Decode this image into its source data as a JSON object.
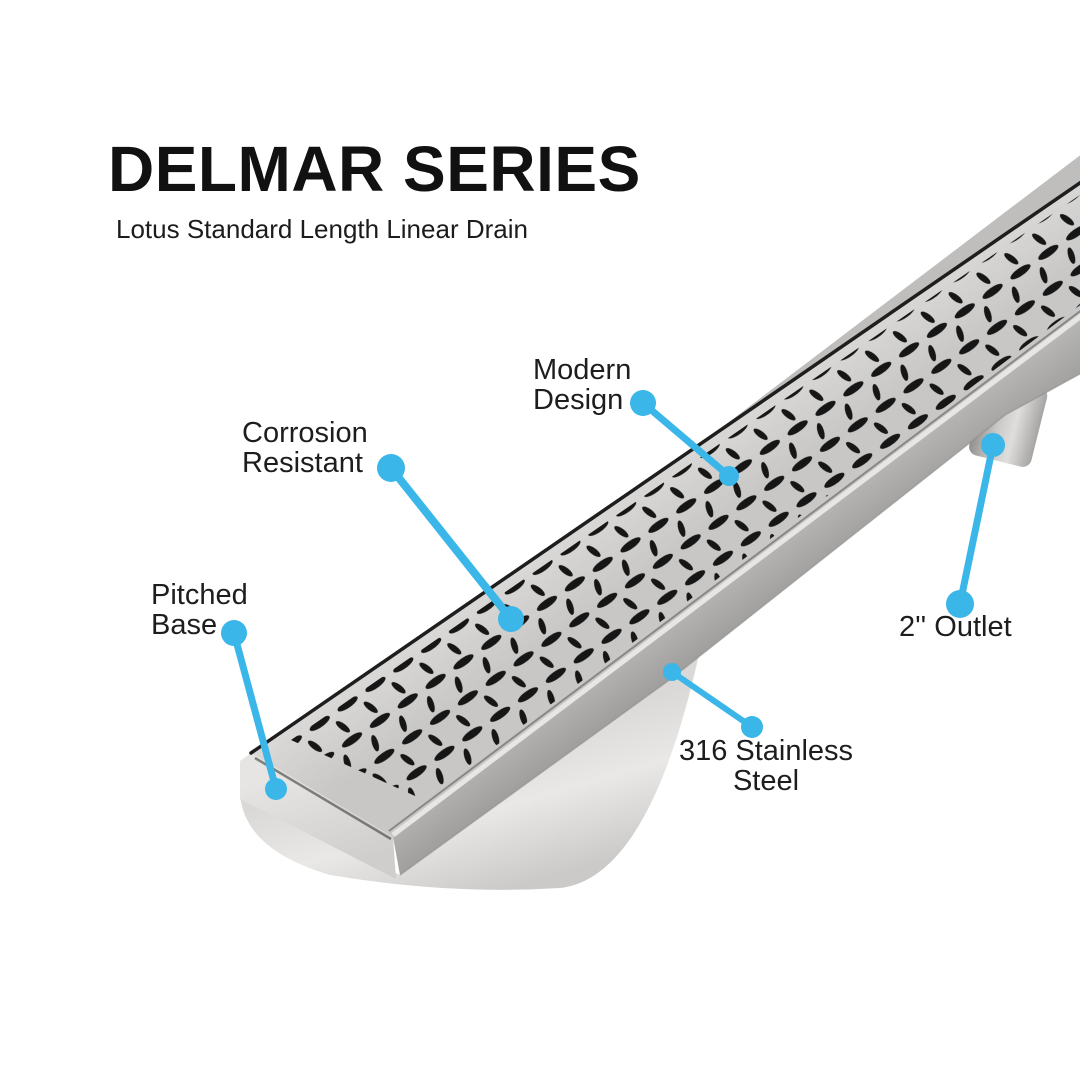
{
  "header": {
    "title": "DELMAR SERIES",
    "subtitle": "Lotus Standard Length Linear Drain"
  },
  "callouts": {
    "modern_design": {
      "line1": "Modern",
      "line2": "Design"
    },
    "corrosion_resistant": {
      "line1": "Corrosion",
      "line2": "Resistant"
    },
    "pitched_base": {
      "line1": "Pitched",
      "line2": "Base"
    },
    "outlet": {
      "label": "2'' Outlet"
    },
    "stainless_steel": {
      "line1": "316 Stainless",
      "line2": "Steel"
    }
  },
  "colors": {
    "accent": "#3ab6e8",
    "title_text": "#111111",
    "label_text": "#1d1d1d",
    "steel_edge": "#1e1e1e"
  }
}
